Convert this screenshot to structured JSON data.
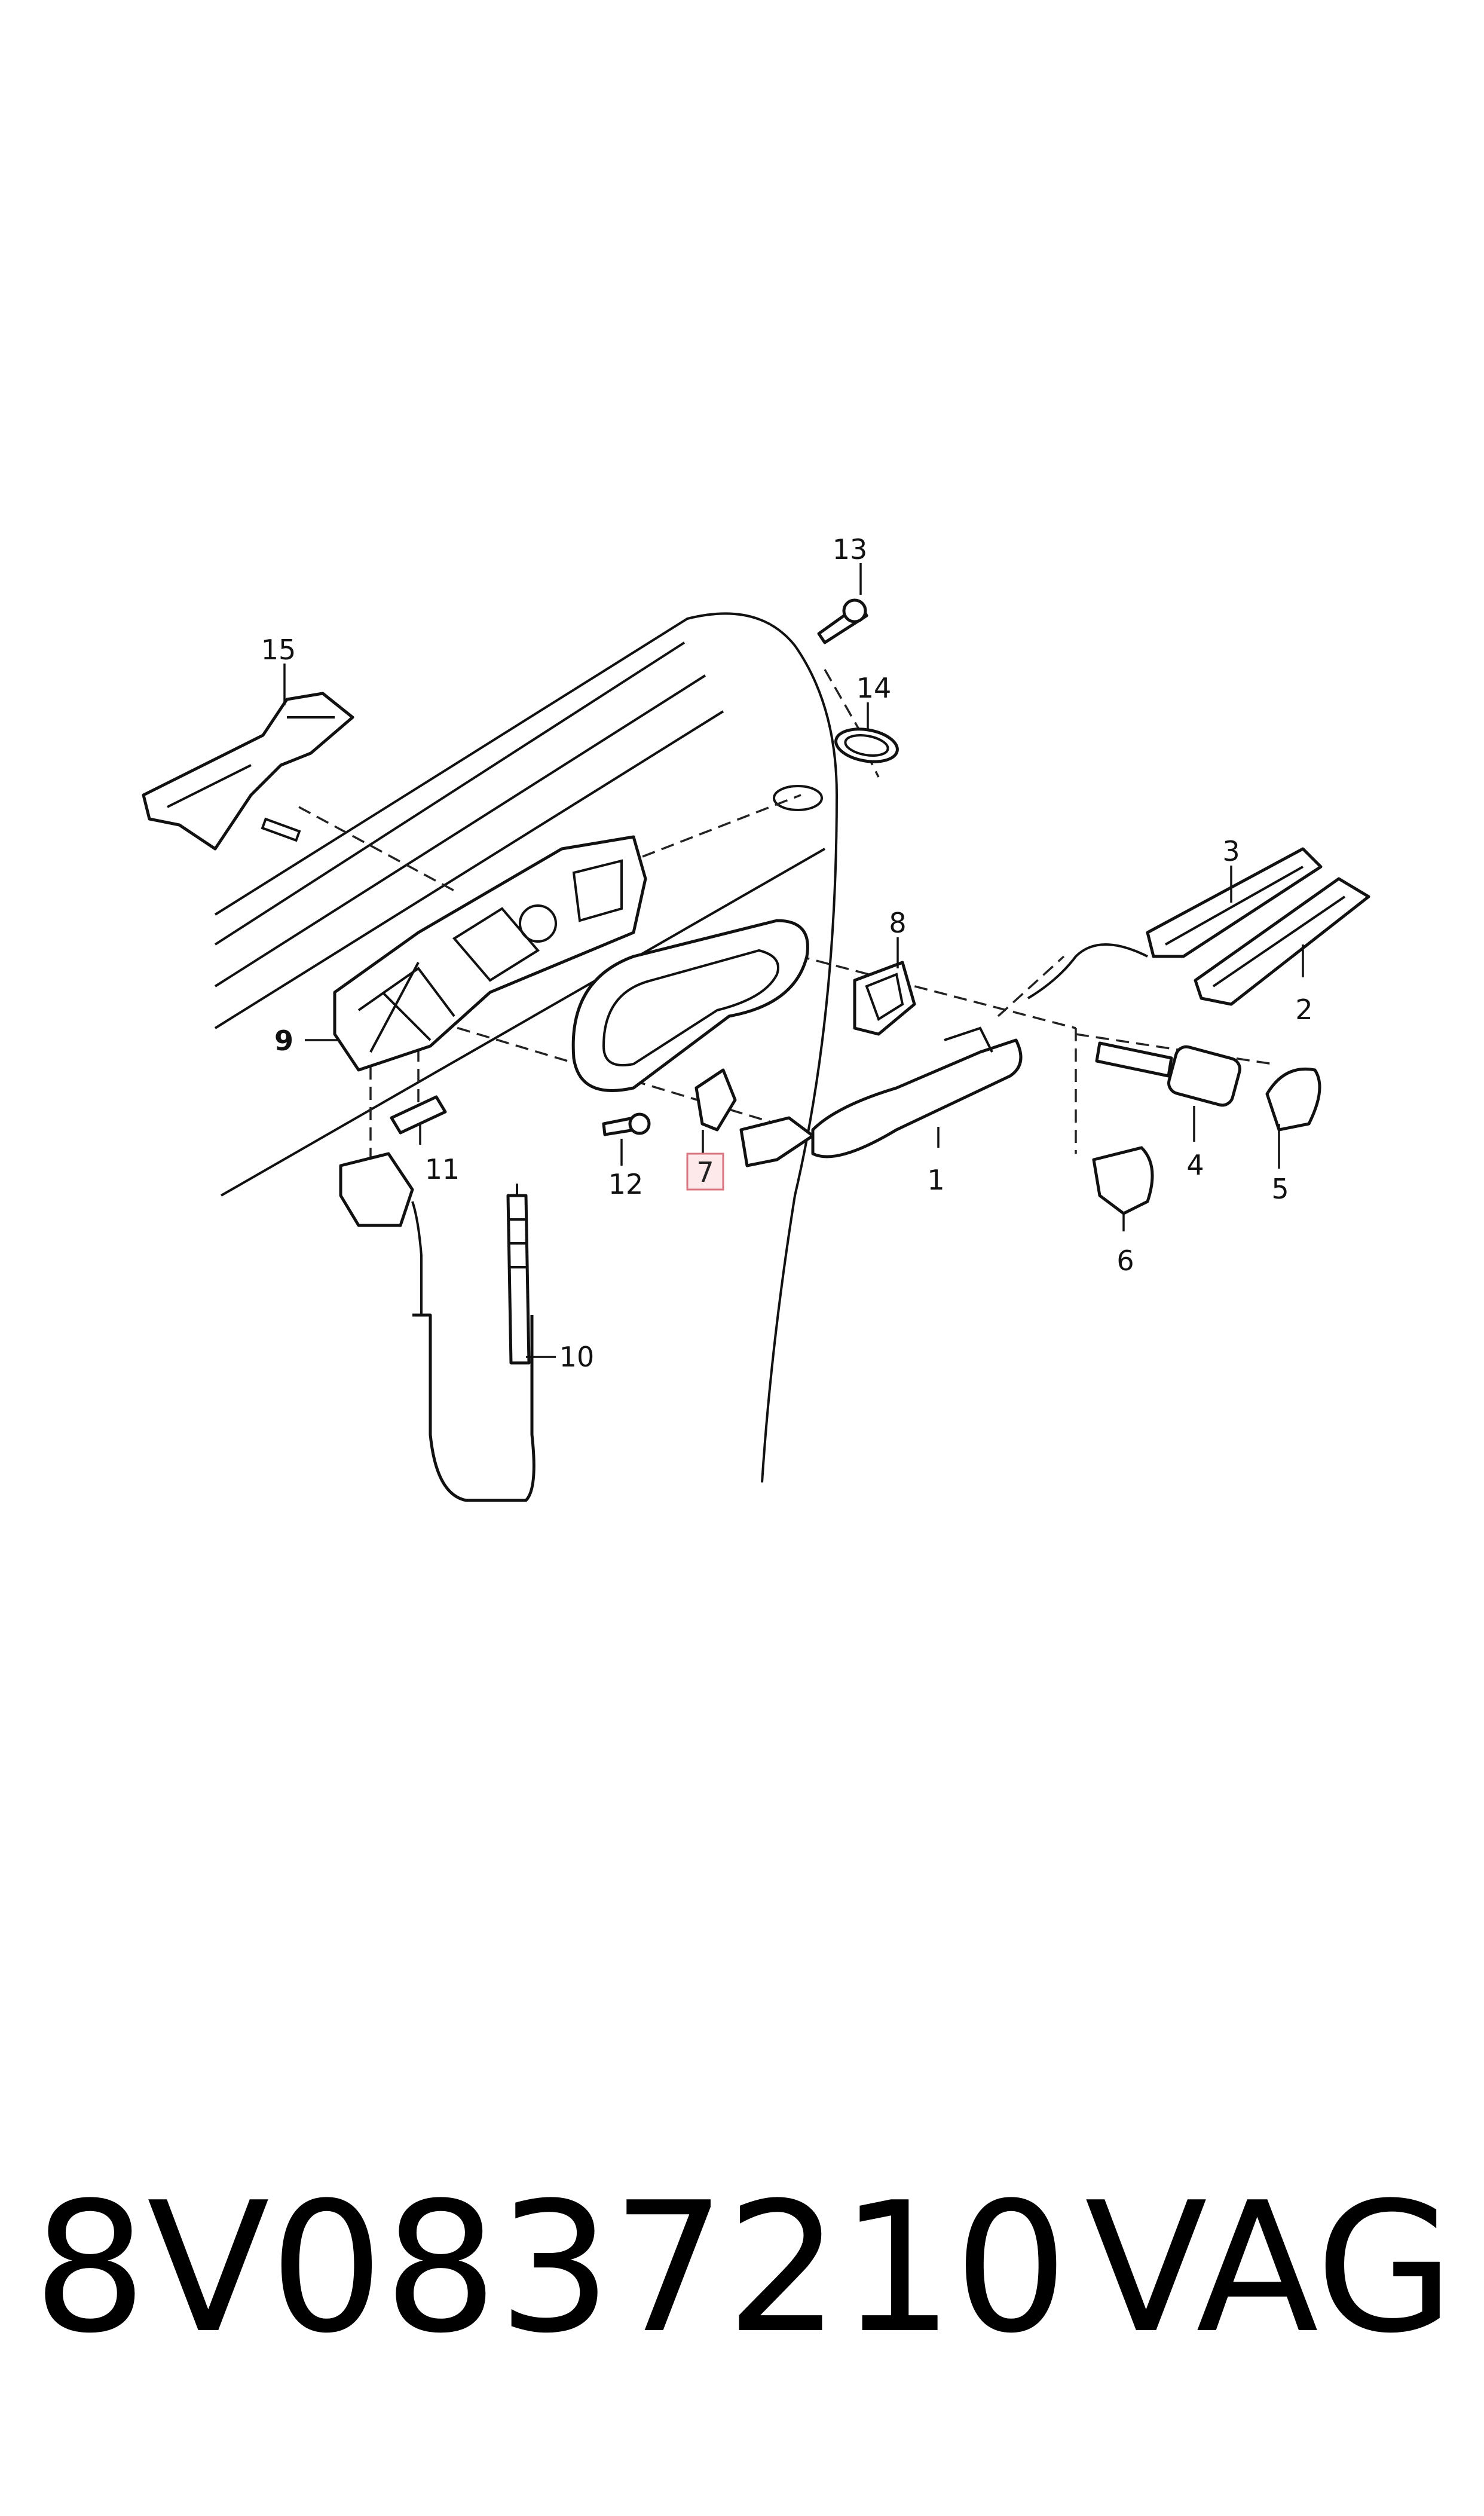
{
  "callouts": [
    {
      "id": "1",
      "label": "1"
    },
    {
      "id": "2",
      "label": "2"
    },
    {
      "id": "3",
      "label": "3"
    },
    {
      "id": "4",
      "label": "4"
    },
    {
      "id": "5",
      "label": "5"
    },
    {
      "id": "6",
      "label": "6"
    },
    {
      "id": "7",
      "label": "7",
      "highlighted": true
    },
    {
      "id": "8",
      "label": "8"
    },
    {
      "id": "9",
      "label": "9",
      "bold": true
    },
    {
      "id": "10",
      "label": "10"
    },
    {
      "id": "11",
      "label": "11"
    },
    {
      "id": "12",
      "label": "12"
    },
    {
      "id": "13",
      "label": "13"
    },
    {
      "id": "14",
      "label": "14"
    },
    {
      "id": "15",
      "label": "15"
    }
  ],
  "footer": {
    "part_number": "8V0837210",
    "brand": "VAG"
  },
  "colors": {
    "line": "#111111",
    "highlight_fill": "#fde8ea",
    "highlight_stroke": "#d9737f"
  }
}
